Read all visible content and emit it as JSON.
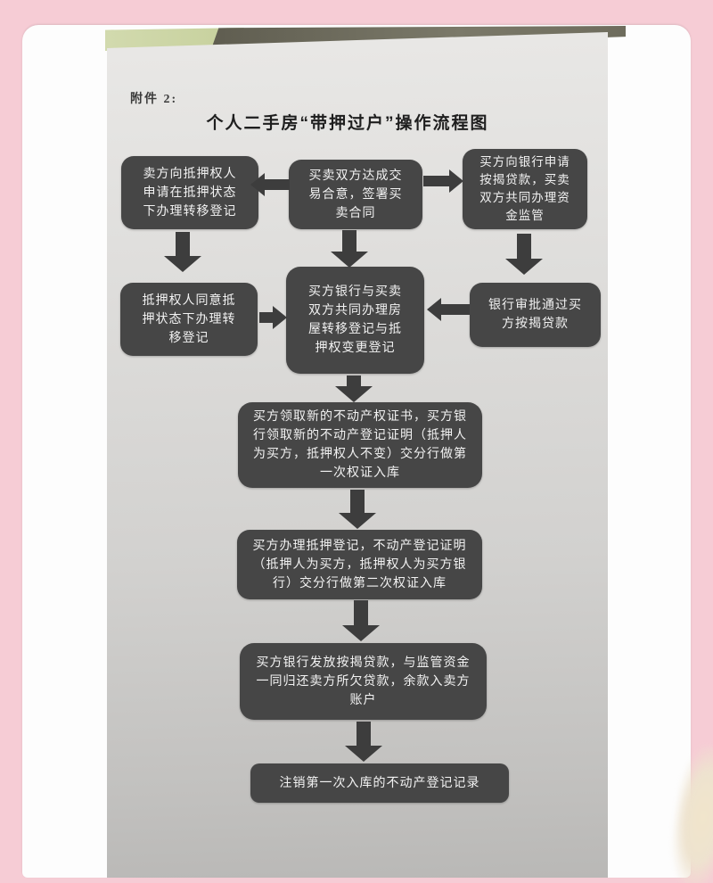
{
  "colors": {
    "frame_pink": "#f6ccd5",
    "photo_white": "#fdfdfd",
    "paper_gray_top": "#e9e8e6",
    "paper_gray_bottom": "#b9b8b6",
    "strip_green": "#ccd5a3",
    "strip_olive": "#6e6c5d",
    "node_fill": "#464646",
    "node_text": "#f2f2f2",
    "arrow": "#3d3d3d"
  },
  "document": {
    "attachment_label": "附件 2:",
    "title": "个人二手房“带押过户”操作流程图"
  },
  "flowchart": {
    "nodes": [
      {
        "id": "seller-apply-transfer",
        "text": "卖方向抵押权人申请在抵押状态下办理转移登记"
      },
      {
        "id": "deal-agreement",
        "text": "买卖双方达成交易合意，签署买卖合同"
      },
      {
        "id": "buyer-mortgage-apply",
        "text": "买方向银行申请按揭贷款，买卖双方共同办理资金监管"
      },
      {
        "id": "mortgagee-consent",
        "text": "抵押权人同意抵押状态下办理转移登记"
      },
      {
        "id": "joint-transfer-registration",
        "text": "买方银行与买卖双方共同办理房屋转移登记与抵押权变更登记"
      },
      {
        "id": "bank-loan-approval",
        "text": "银行审批通过买方按揭贷款"
      },
      {
        "id": "first-certificate-storage",
        "text": "买方领取新的不动产权证书，买方银行领取新的不动产登记证明（抵押人为买方，抵押权人不变）交分行做第一次权证入库"
      },
      {
        "id": "second-certificate-storage",
        "text": "买方办理抵押登记，不动产登记证明（抵押人为买方，抵押权人为买方银行）交分行做第二次权证入库"
      },
      {
        "id": "loan-disbursement",
        "text": "买方银行发放按揭贷款，与监管资金一同归还卖方所欠贷款，余款入卖方账户"
      },
      {
        "id": "cancel-first-registration",
        "text": "注销第一次入库的不动产登记记录"
      }
    ]
  }
}
